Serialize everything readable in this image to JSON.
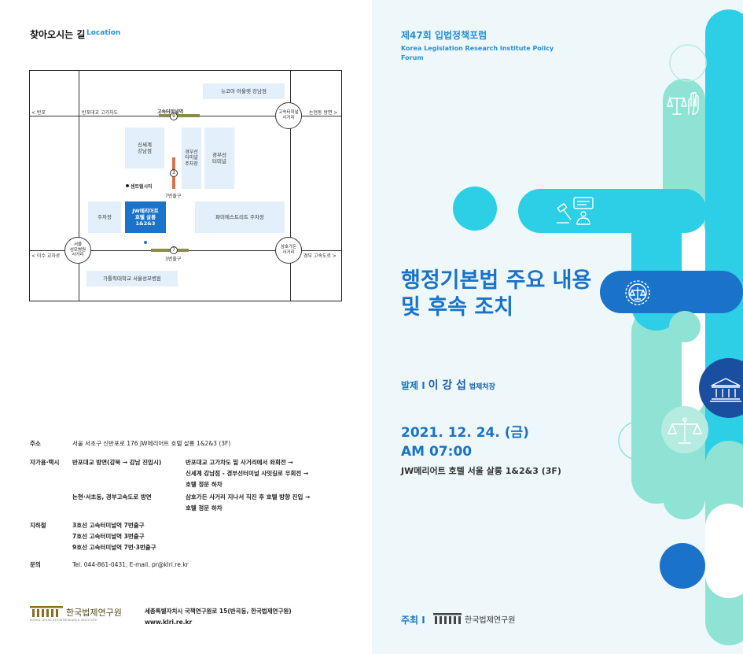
{
  "left": {
    "location_title": "찾아오시는 길",
    "location_title_en": "Location",
    "map": {
      "block_hotel_top": "뉴코아 아울렛 강남점",
      "block_shinsegae": "신세계\n강남점",
      "block_terminal_parking": "경부선\n터미널\n주차장",
      "block_terminal": "경부선\n터미널",
      "block_parking": "주차장",
      "block_jw": "JW메리어트\n호텔 살롱\n1&2&3",
      "block_fifth": "파미에스트리트 주차장",
      "block_hospital": "가톨릭대학교 서울성모병원",
      "node_terminal": "고속터미널\n사거리",
      "node_hospital": "서울\n성모병원\n사거리",
      "node_sapyeong": "삼호가든\n사거리",
      "lbl_banpo": "< 반포",
      "lbl_bridge": "반포대교 고가차도",
      "lbl_express_station": "고속터미널역",
      "lbl_nonhyeon": "논현동 방면 >",
      "lbl_central": "센트럴시티",
      "lbl_exit7": "7번출구",
      "lbl_exit3": "3번출구",
      "lbl_isu": "< 이수 교차로",
      "lbl_gyeongbu": "경부 고속도로 >",
      "st9": "9",
      "st3": "3",
      "st7": "7"
    },
    "info": {
      "addr_key": "주소",
      "addr_val": "서울 서초구 신반포로 176 JW메리어트 호텔 살롱 1&2&3 (3F)",
      "car_key": "자가용·택시",
      "car_route1": "반포대교 방면(강북 → 강남 진입시)",
      "car_route1_desc1": "반포대교 고가차도 밑 사거리에서 좌회전 →",
      "car_route1_desc2": "신세계 강남점 - 경부선터미널 사잇길로 우회전 →",
      "car_route1_desc3": "호텔 정문 하차",
      "car_route2": "논현·서초동, 경부고속도로 방면",
      "car_route2_desc1": "삼호가든 사거리 지나서 직진 후 호텔 방향 진입 →",
      "car_route2_desc2": "호텔 정문 하차",
      "subway_key": "지하철",
      "subway1": "3호선 고속터미널역 7번출구",
      "subway2": "7호선 고속터미널역 3번출구",
      "subway3": "9호선 고속터미널역 7번·3번출구",
      "contact_key": "문의",
      "contact_val": "Tel. 044-861-0431, E-mail. pr@klri.re.kr"
    },
    "footer": {
      "logo_text": "한국법제연구원",
      "logo_sub": "KOREA LEGISLATION RESEARCH INSTITUTE",
      "address": "세종특별자치시 국책연구원로 15(반곡동, 한국법제연구원)",
      "website": "www.klri.re.kr"
    }
  },
  "right": {
    "event": "제47회 입법정책포럼",
    "event_en": "Korea Legislation Research Institute Policy Forum",
    "title": "행정기본법 주요 내용 및 후속 조치",
    "presenter_key": "발제 I",
    "presenter_name": "이 강 섭",
    "presenter_title": "법제처장",
    "date": "2021. 12. 24. (금)",
    "time": "AM 07:00",
    "venue": "JW메리어트 호텔 서울 살롱 1&2&3 (3F)",
    "host_key": "주최 I",
    "host_logo_text": "한국법제연구원",
    "colors": {
      "primary": "#1a73c9",
      "cyan": "#2ccfe6",
      "mint": "#8fe3d4",
      "navy": "#1a4fa0",
      "background": "#eef8fb"
    },
    "icons": [
      "justice-hand-icon",
      "gavel-speech-icon",
      "medal-scale-icon",
      "court-building-icon",
      "scale-icon"
    ]
  }
}
